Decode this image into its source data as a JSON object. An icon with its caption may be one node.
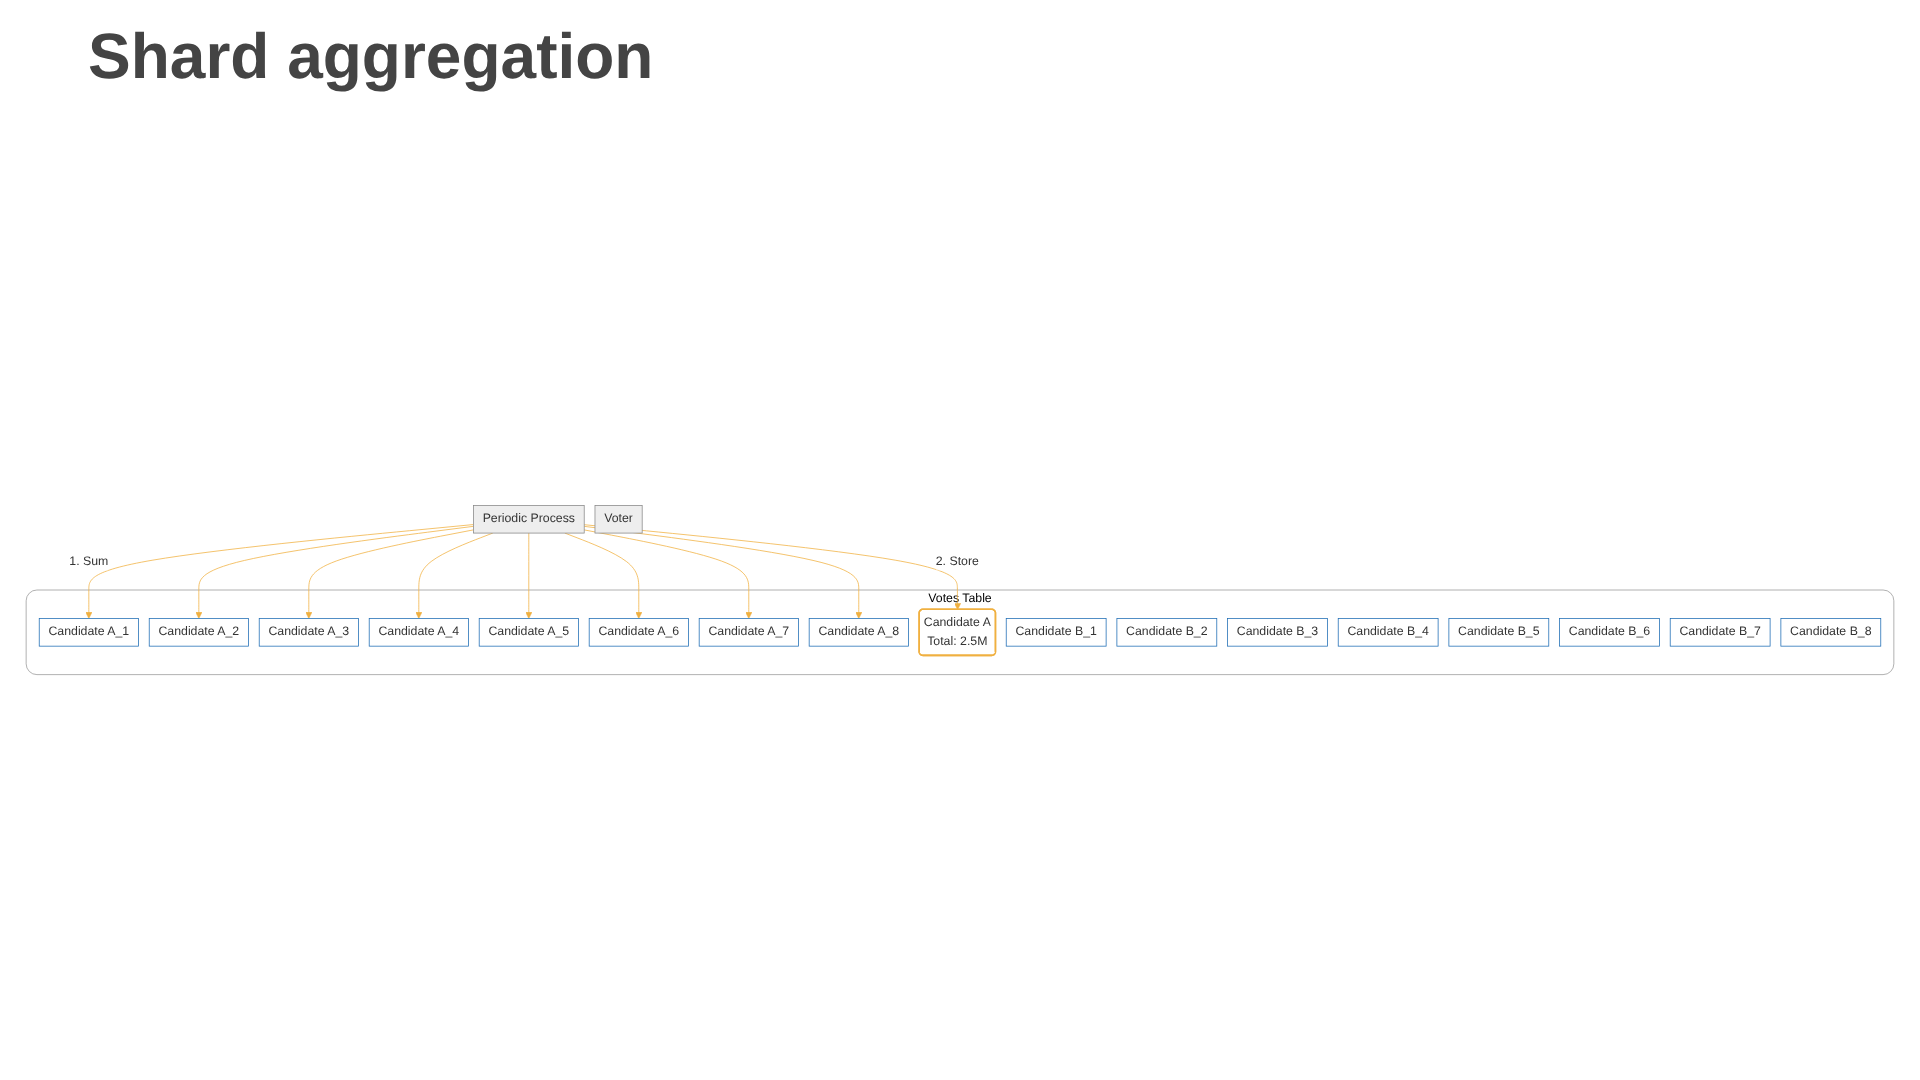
{
  "diagram": {
    "title": "Shard aggregation",
    "nodes": [
      {
        "text": [
          "Periodic Process"
        ]
      },
      {
        "text": [
          "Voter"
        ]
      },
      {
        "text": [
          "Votes Table"
        ]
      },
      {
        "text": [
          "Candidate A_1"
        ],
        "in": 2
      },
      {
        "text": [
          "Candidate A_2"
        ],
        "in": 2
      },
      {
        "text": [
          "Candidate A_3"
        ],
        "in": 2
      },
      {
        "text": [
          "Candidate A_4"
        ],
        "in": 2
      },
      {
        "text": [
          "Candidate A_5"
        ],
        "in": 2
      },
      {
        "text": [
          "Candidate A_6"
        ],
        "in": 2
      },
      {
        "text": [
          "Candidate A_7"
        ],
        "in": 2
      },
      {
        "text": [
          "Candidate A_8"
        ],
        "in": 2
      },
      {
        "text": [
          "Candidate A",
          "Total: 2.5M"
        ],
        "in": 2
      },
      {
        "text": [
          "Candidate B_1"
        ],
        "in": 2
      },
      {
        "text": [
          "Candidate B_2"
        ],
        "in": 2
      },
      {
        "text": [
          "Candidate B_3"
        ],
        "in": 2
      },
      {
        "text": [
          "Candidate B_4"
        ],
        "in": 2
      },
      {
        "text": [
          "Candidate B_5"
        ],
        "in": 2
      },
      {
        "text": [
          "Candidate B_6"
        ],
        "in": 2
      },
      {
        "text": [
          "Candidate B_7"
        ],
        "in": 2
      },
      {
        "text": [
          "Candidate B_8"
        ],
        "in": 2
      }
    ],
    "edges": [
      {
        "from": 0,
        "to": 3,
        "arrow": "to",
        "label": "1. Sum"
      },
      {
        "from": 0,
        "to": 4,
        "arrow": "to"
      },
      {
        "from": 0,
        "to": 5,
        "arrow": "to"
      },
      {
        "from": 0,
        "to": 6,
        "arrow": "to"
      },
      {
        "from": 0,
        "to": 7,
        "arrow": "to"
      },
      {
        "from": 0,
        "to": 8,
        "arrow": "to"
      },
      {
        "from": 0,
        "to": 9,
        "arrow": "to"
      },
      {
        "from": 0,
        "to": 10,
        "arrow": "to"
      },
      {
        "from": 0,
        "to": 11,
        "arrow": "to",
        "label": "2. Store"
      }
    ]
  }
}
